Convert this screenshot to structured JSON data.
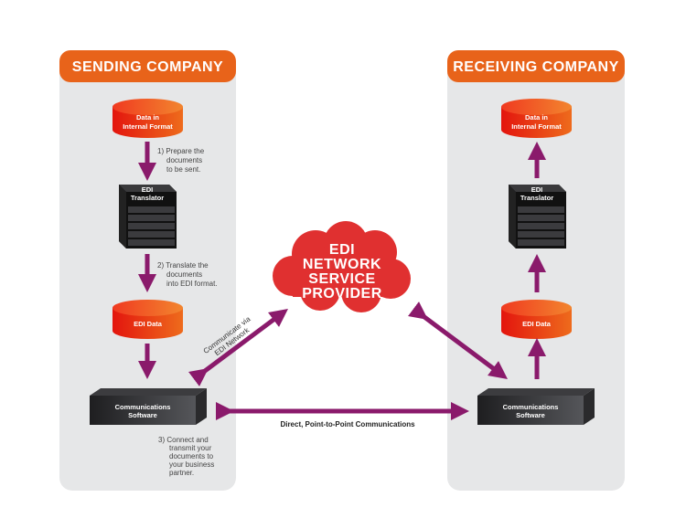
{
  "colors": {
    "panel": "#e6e7e8",
    "header": "#e8631a",
    "arrow": "#8a1a6b",
    "cylinder_dark": "#e01e10",
    "cylinder_light": "#ee6a1c",
    "cloud": "#e03030",
    "box": "#2a2a2c"
  },
  "sending": {
    "title": "SENDING COMPANY",
    "data_internal": [
      "Data in",
      "Internal Format"
    ],
    "translator": [
      "EDI",
      "Translator"
    ],
    "edi_data": "EDI Data",
    "comm": [
      "Communications",
      "Software"
    ],
    "step1": [
      "1) Prepare the",
      "documents",
      "to be sent."
    ],
    "step2": [
      "2) Translate the",
      "documents",
      "into EDI format."
    ],
    "step3": [
      "3) Connect and",
      "transmit your",
      "documents to",
      "your business",
      "partner."
    ]
  },
  "receiving": {
    "title": "RECEIVING COMPANY",
    "data_internal": [
      "Data in",
      "Internal Format"
    ],
    "translator": [
      "EDI",
      "Translator"
    ],
    "edi_data": "EDI Data",
    "comm": [
      "Communications",
      "Software"
    ]
  },
  "cloud": [
    "EDI",
    "NETWORK",
    "SERVICE",
    "PROVIDER"
  ],
  "network_label": [
    "Communicate via",
    "EDI Network"
  ],
  "direct_label": "Direct, Point-to-Point Communications"
}
